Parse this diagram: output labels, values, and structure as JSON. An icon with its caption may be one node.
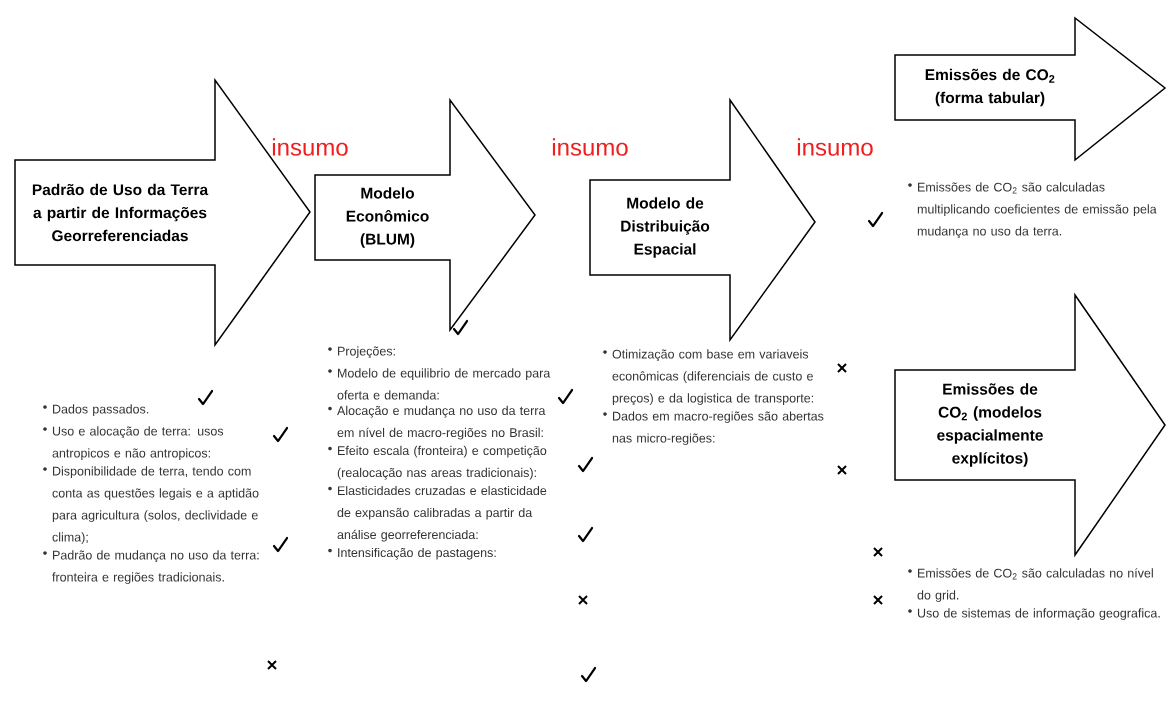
{
  "diagram": {
    "nodes": [
      {
        "text": [
          "Padrão de Uso da Terra a partir de Informações Georreferenciadas"
        ],
        "beside": [
          "Dados passados.",
          "Uso e alocação de terra: usos antropicos e não antropicos:",
          "Disponibilidade de terra, tendo com conta as questões legais e a aptidão para agricultura (solos, declividade e clima);",
          "Padrão de mudança no uso da terra: fronteira e regiões tradicionais."
        ]
      },
      {
        "text": [
          "Modelo Econômico (BLUM)"
        ],
        "beside": [
          "Projeções:",
          "Modelo de equilibrio de mercado para oferta e demanda:",
          "Alocação e mudança no uso da terra em nível de macro-regiões no Brasil:",
          "Efeito escala (fronteira) e competição (realocação nas areas tradicionais):",
          "Elasticidades cruzadas e elasticidade de expansão calibradas a partir da análise georreferenciada:",
          "Intensificação de pastagens:"
        ]
      },
      {
        "text": [
          "Modelo de Distribuição Espacial"
        ],
        "beside": [
          "Otimização com base em variaveis econômicas (diferenciais de custo e preços) e da logistica de transporte:",
          "Dados em macro-regiões são abertas nas micro-regiões:"
        ]
      },
      {
        "text": [
          "Emissões de CO$_{2}$ (forma tabular)"
        ],
        "beside": [
          "Emissões de CO$_{2}$ são calculadas multiplicando coeficientes de emissão pela mudança no uso da terra."
        ]
      },
      {
        "text": [
          "Emissões de CO$_{2}$ (modelos espacialmente explícitos)"
        ],
        "beside": [
          "Emissões de CO$_{2}$ são calculadas no nível do grid.",
          "Uso de sistemas de informação geografica."
        ]
      }
    ],
    "labels": [
      "insumo",
      "insumo",
      "insumo"
    ]
  }
}
